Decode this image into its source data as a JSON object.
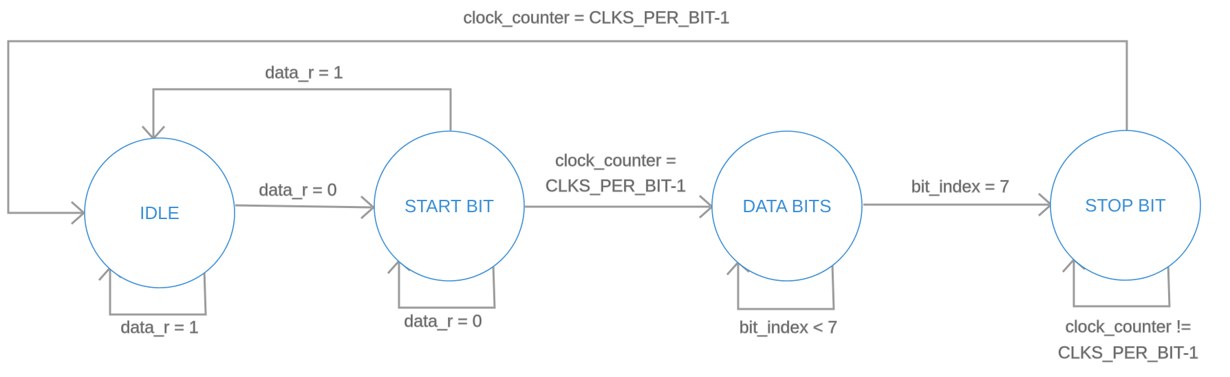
{
  "colors": {
    "state_stroke": "#3a8fd6",
    "state_text": "#3a8fd6",
    "edge": "#9b9b9b",
    "label_text": "#555555",
    "background": "#ffffff"
  },
  "states": [
    {
      "id": "idle",
      "label": "IDLE"
    },
    {
      "id": "start",
      "label": "START BIT"
    },
    {
      "id": "data",
      "label": "DATA BITS"
    },
    {
      "id": "stop",
      "label": "STOP BIT"
    }
  ],
  "transitions": [
    {
      "id": "stop-to-idle",
      "from": "stop",
      "to": "idle",
      "label_lines": [
        "clock_counter = CLKS_PER_BIT-1"
      ]
    },
    {
      "id": "start-to-idle",
      "from": "start",
      "to": "idle",
      "label_lines": [
        "data_r = 1"
      ]
    },
    {
      "id": "idle-to-start",
      "from": "idle",
      "to": "start",
      "label_lines": [
        "data_r = 0"
      ]
    },
    {
      "id": "start-to-data",
      "from": "start",
      "to": "data",
      "label_lines": [
        "clock_counter =",
        "CLKS_PER_BIT-1"
      ]
    },
    {
      "id": "data-to-stop",
      "from": "data",
      "to": "stop",
      "label_lines": [
        "bit_index = 7"
      ]
    },
    {
      "id": "idle-self",
      "from": "idle",
      "to": "idle",
      "label_lines": [
        "data_r = 1"
      ]
    },
    {
      "id": "start-self",
      "from": "start",
      "to": "start",
      "label_lines": [
        "data_r = 0"
      ]
    },
    {
      "id": "data-self",
      "from": "data",
      "to": "data",
      "label_lines": [
        "bit_index < 7"
      ]
    },
    {
      "id": "stop-self",
      "from": "stop",
      "to": "stop",
      "label_lines": [
        "clock_counter !=",
        "CLKS_PER_BIT-1"
      ]
    }
  ]
}
